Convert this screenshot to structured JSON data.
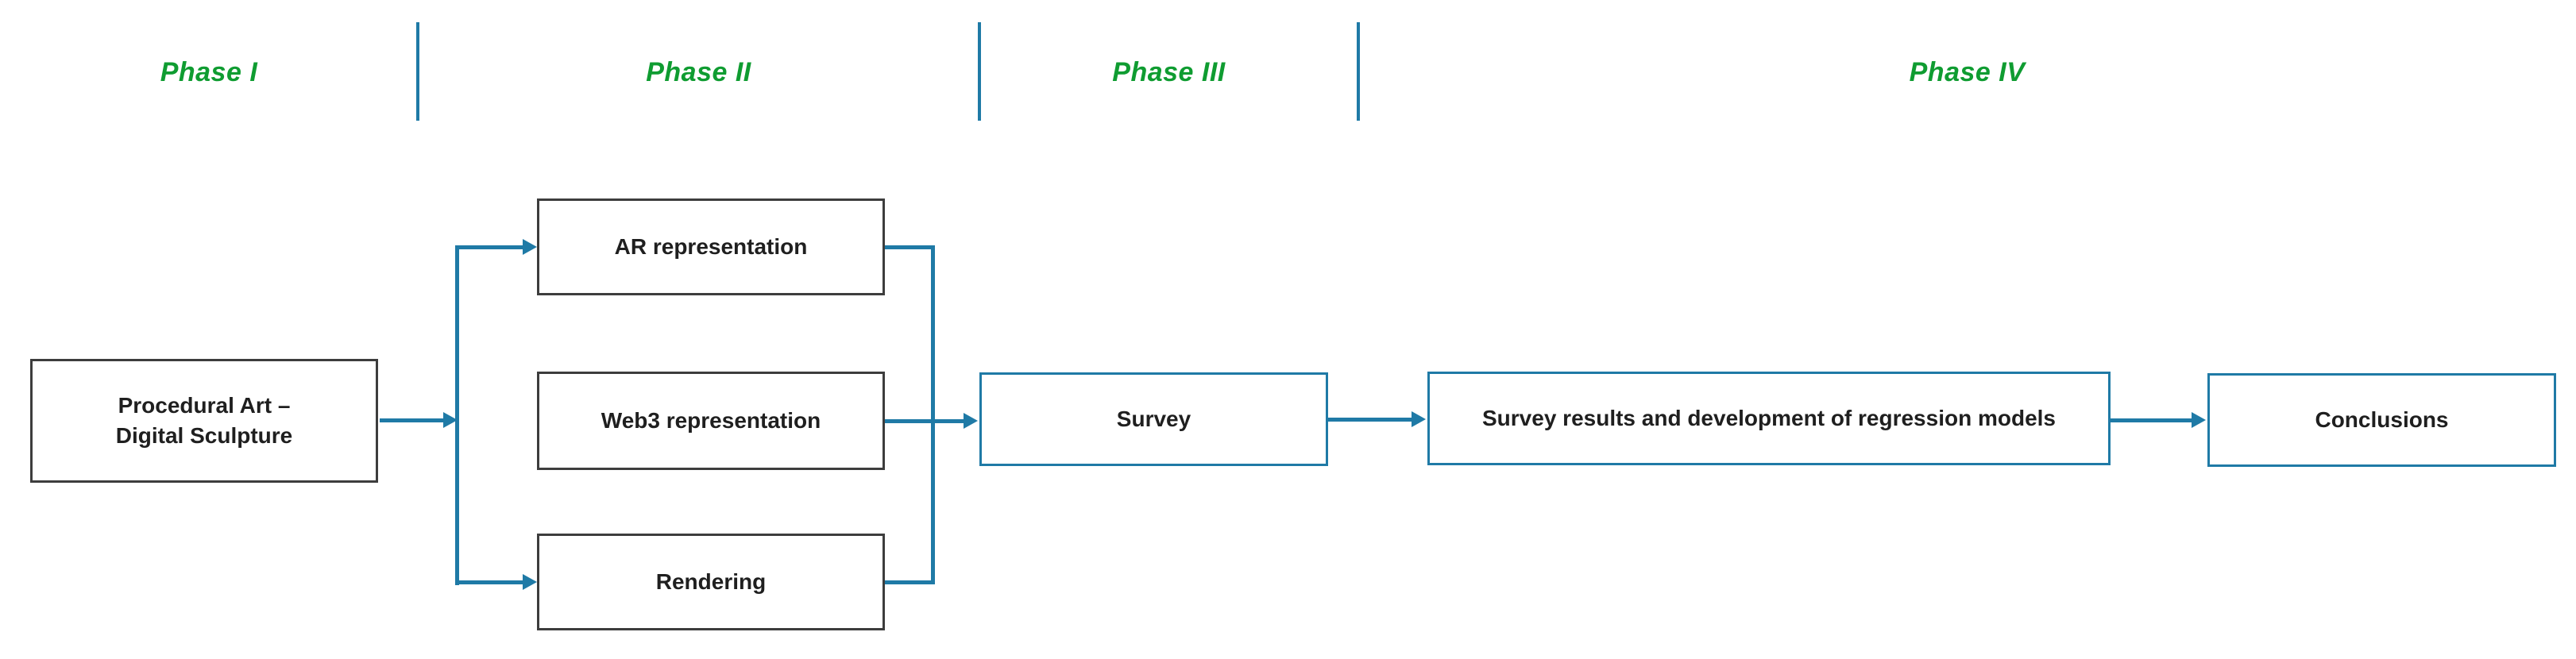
{
  "phases": [
    {
      "label": "Phase I"
    },
    {
      "label": "Phase II"
    },
    {
      "label": "Phase III"
    },
    {
      "label": "Phase IV"
    }
  ],
  "nodes": {
    "procedural": {
      "label": "Procedural Art –\nDigital Sculpture"
    },
    "ar": {
      "label": "AR representation"
    },
    "web3": {
      "label": "Web3 representation"
    },
    "rendering": {
      "label": "Rendering"
    },
    "survey": {
      "label": "Survey"
    },
    "results": {
      "label": "Survey results and development of regression models"
    },
    "conclusions": {
      "label": "Conclusions"
    }
  },
  "colors": {
    "phase_label": "#0f9c31",
    "connector": "#1f7aa6",
    "dark_node_border": "#3d3d3d",
    "blue_node_border": "#1f7aa6",
    "node_text": "#1f1f1f",
    "background": "#ffffff"
  }
}
